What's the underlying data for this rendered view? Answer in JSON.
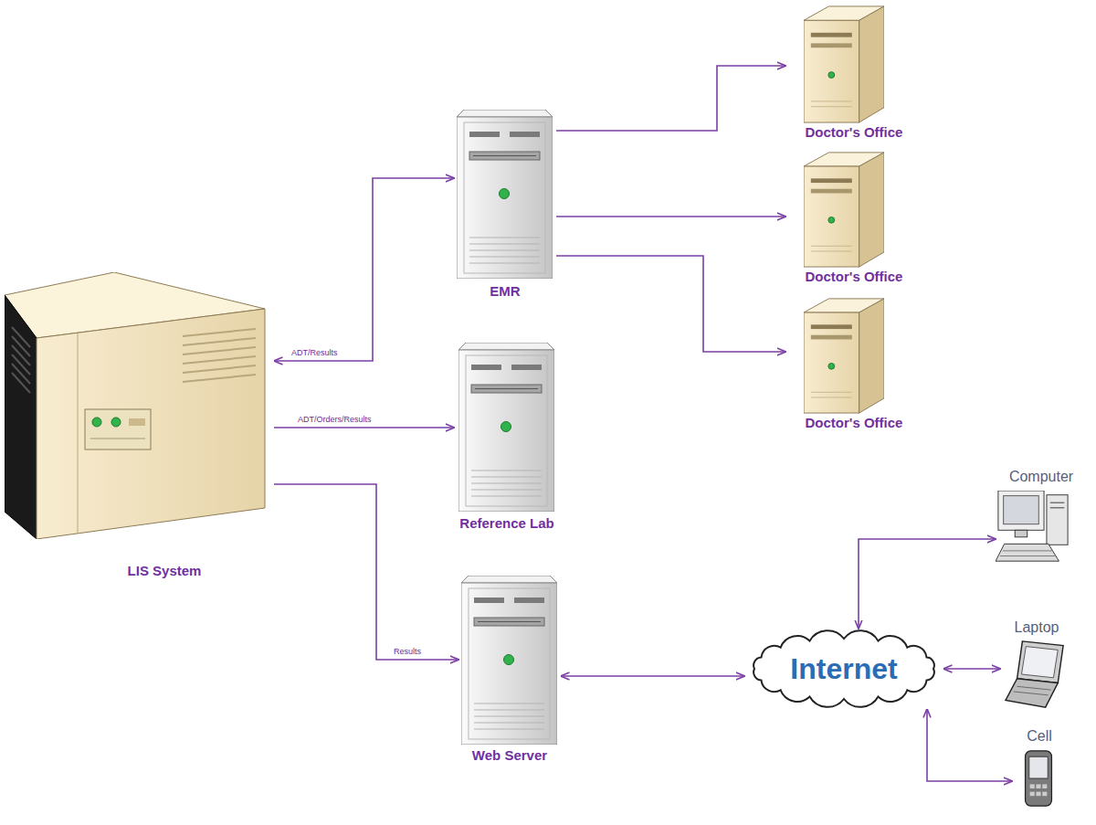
{
  "diagram": {
    "nodes": [
      {
        "text": [
          "LIS System"
        ]
      },
      {
        "text": [
          "EMR"
        ]
      },
      {
        "text": [
          "Doctor's Office"
        ]
      },
      {
        "text": [
          "Doctor's Office"
        ]
      },
      {
        "text": [
          "Doctor's Office"
        ]
      },
      {
        "text": [
          "Reference Lab"
        ]
      },
      {
        "text": [
          "Web Server"
        ]
      },
      {
        "text": [
          "Internet"
        ]
      },
      {
        "text": [
          "Computer"
        ]
      },
      {
        "text": [
          "Laptop"
        ]
      },
      {
        "text": [
          "Cell"
        ]
      }
    ],
    "edges": [
      {
        "from": 0,
        "to": 1,
        "label": "ADT/Results",
        "arrow": "both"
      },
      {
        "from": 0,
        "to": 5,
        "label": "ADT/Orders/Results",
        "arrow": "to"
      },
      {
        "from": 0,
        "to": 6,
        "label": "Results",
        "arrow": "to"
      },
      {
        "from": 1,
        "to": 2,
        "arrow": "to"
      },
      {
        "from": 1,
        "to": 3,
        "arrow": "to"
      },
      {
        "from": 1,
        "to": 4,
        "arrow": "to"
      },
      {
        "from": 6,
        "to": 7,
        "arrow": "both"
      },
      {
        "from": 7,
        "to": 8,
        "arrow": "both"
      },
      {
        "from": 7,
        "to": 9,
        "arrow": "both"
      },
      {
        "from": 7,
        "to": 10,
        "arrow": "both"
      }
    ]
  }
}
